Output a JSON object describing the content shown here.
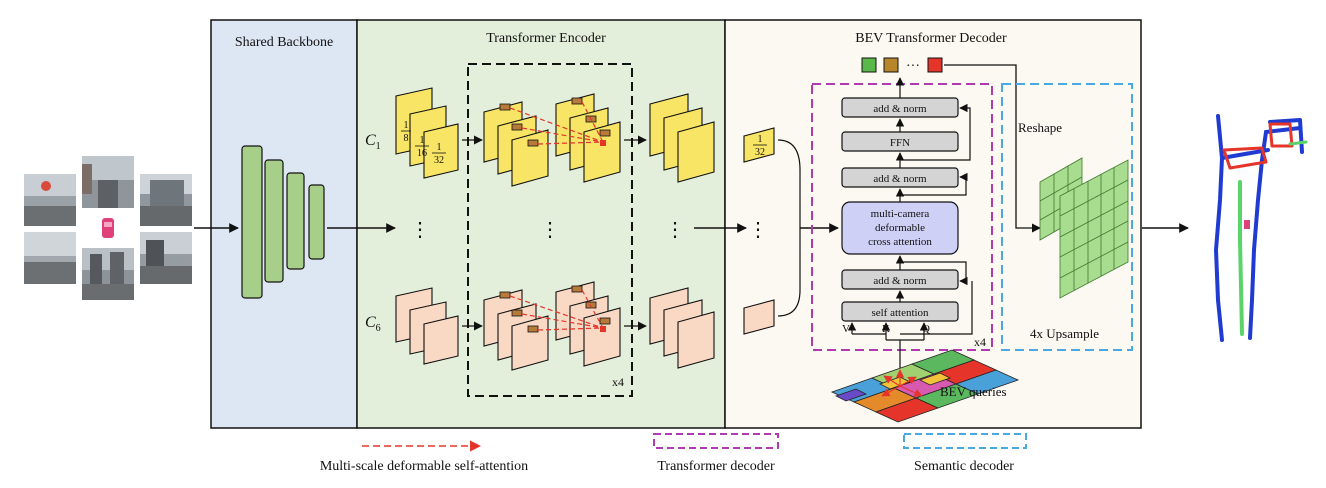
{
  "sections": {
    "backbone": "Shared Backbone",
    "encoder": "Transformer Encoder",
    "decoder": "BEV Transformer Decoder"
  },
  "encoder": {
    "c1_label": "C",
    "c1_sub": "1",
    "c6_label": "C",
    "c6_sub": "6",
    "frac_top_1": "1",
    "frac_bot_1": "8",
    "frac_top_2": "1",
    "frac_bot_2": "16",
    "frac_top_3": "1",
    "frac_bot_3": "32",
    "repeat": "x4",
    "dots": "⋮"
  },
  "bev_input": {
    "frac_top": "1",
    "frac_bot": "32"
  },
  "decoder_block": {
    "add_norm_top": "add & norm",
    "ffn": "FFN",
    "add_norm_mid": "add & norm",
    "cross_attn_line1": "multi-camera",
    "cross_attn_line2": "deformable",
    "cross_attn_line3": "cross attention",
    "add_norm_bot": "add & norm",
    "self_attn": "self attention",
    "v": "V",
    "k": "K",
    "q": "Q",
    "repeat": "x4",
    "dots": "···"
  },
  "semantic": {
    "reshape": "Reshape",
    "upsample": "4x Upsample"
  },
  "queries": {
    "label": "BEV queries"
  },
  "legend": {
    "msda": "Multi-scale deformable self-attention",
    "transformer_decoder": "Transformer decoder",
    "semantic_decoder": "Semantic decoder"
  },
  "colors": {
    "backbone_bg": "#dde7f3",
    "encoder_bg": "#e3eedb",
    "decoder_bg": "#fbf9f1",
    "yellow": "#f8e465",
    "peach": "#f9d8c4",
    "green": "#a8cf8a",
    "purple": "#b03ab0",
    "blue": "#4aa9e2",
    "red": "#e5352b",
    "lavender": "#cfd0f6"
  }
}
